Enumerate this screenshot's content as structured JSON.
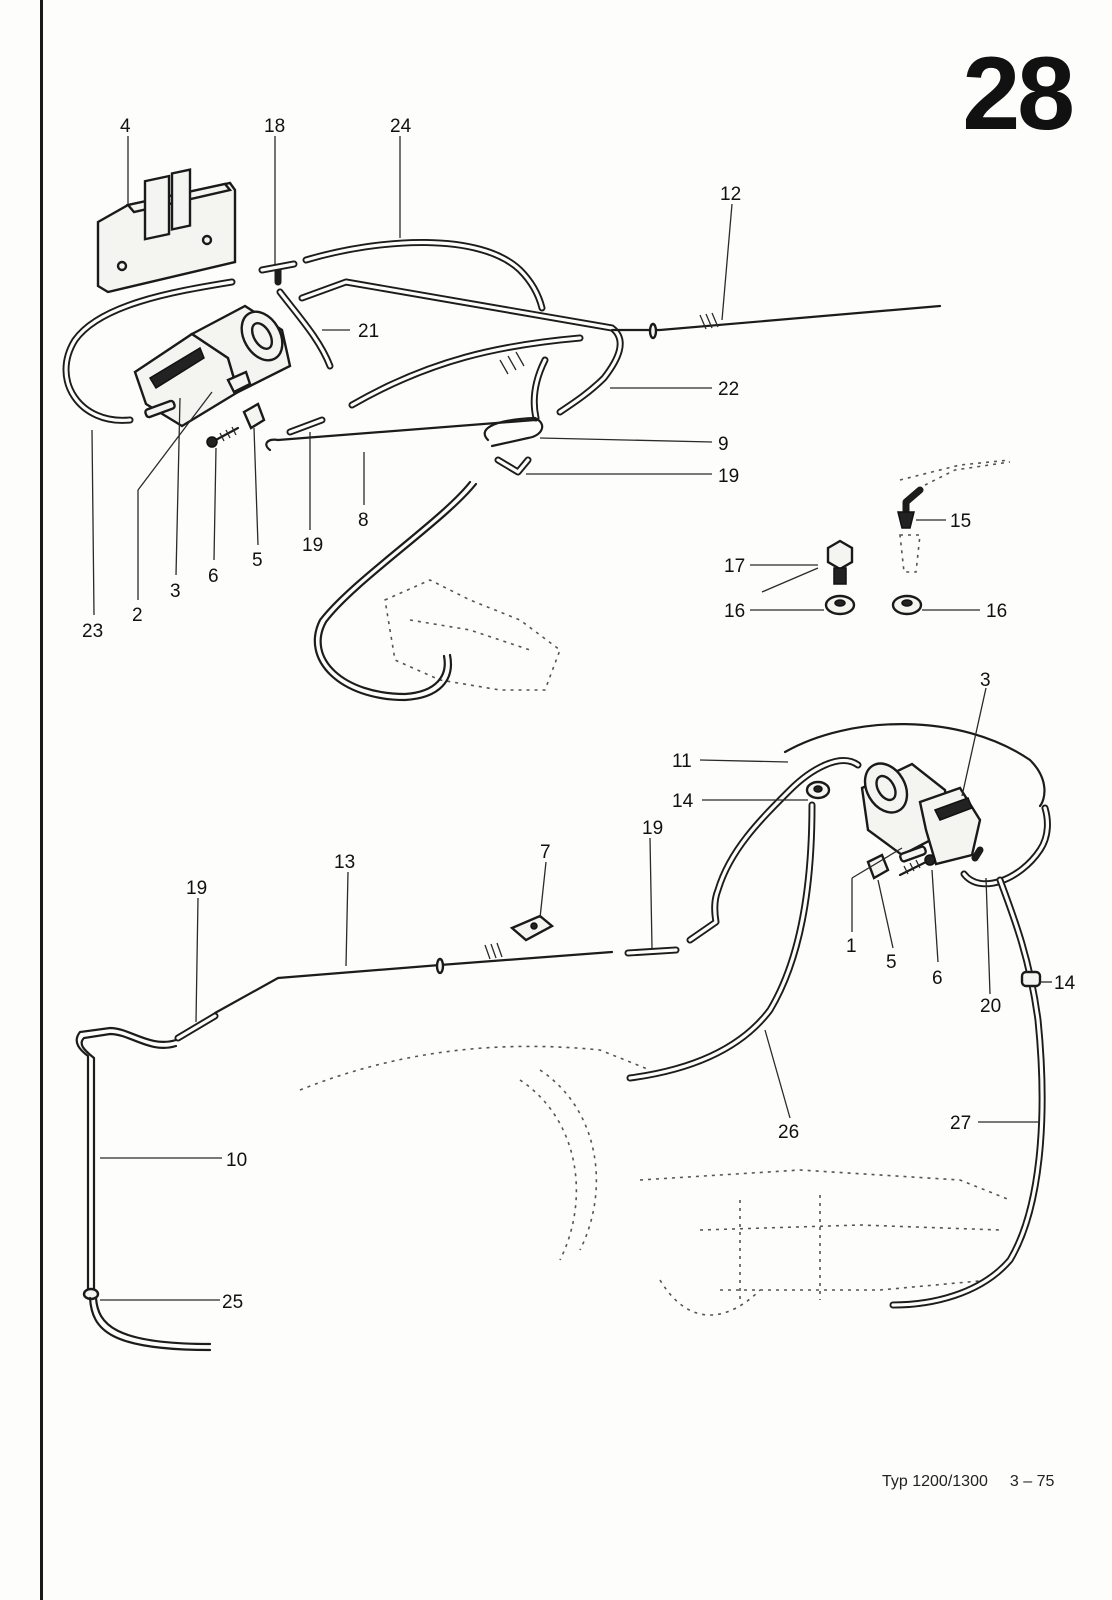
{
  "page": {
    "number": "28",
    "footer_model": "Typ 1200/1300",
    "footer_ref": "3 – 75"
  },
  "callouts": {
    "c4": "4",
    "c18": "18",
    "c24": "24",
    "c12": "12",
    "c21": "21",
    "c22": "22",
    "c9": "9",
    "c19a": "19",
    "c8": "8",
    "c19b": "19",
    "c5a": "5",
    "c6a": "6",
    "c3a": "3",
    "c2": "2",
    "c23": "23",
    "c15": "15",
    "c17": "17",
    "c16a": "16",
    "c16b": "16",
    "c3b": "3",
    "c11": "11",
    "c14a": "14",
    "c7": "7",
    "c19c": "19",
    "c13": "13",
    "c19d": "19",
    "c1": "1",
    "c5b": "5",
    "c6b": "6",
    "c20": "20",
    "c14b": "14",
    "c26": "26",
    "c27": "27",
    "c10": "10",
    "c25": "25"
  }
}
